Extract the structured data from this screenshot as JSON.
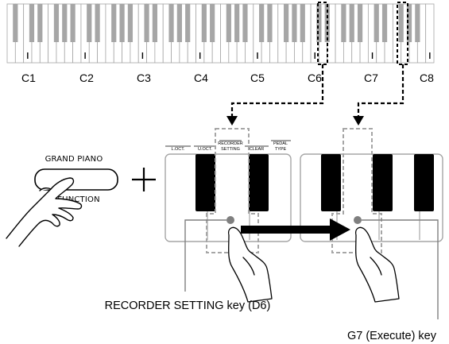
{
  "keyboard": {
    "octave_labels": [
      "C1",
      "C2",
      "C3",
      "C4",
      "C5",
      "C6",
      "C7",
      "C8"
    ]
  },
  "function_button": {
    "top_label": "GRAND PIANO",
    "bottom_label": "FUNCTION"
  },
  "panel_labels": {
    "l_oct": "L.OCT.",
    "u_oct": "U.OCT.",
    "recorder_line1": "RECORDER",
    "recorder_line2": "SETTING",
    "clear": "CLEAR",
    "pedal_line1": "PEDAL",
    "pedal_line2": "TYPE"
  },
  "callouts": {
    "recorder_key": "RECORDER SETTING key (D6)",
    "execute_key": "G7 (Execute) key"
  },
  "colors": {
    "key_gray": "#a6a6a6",
    "callout_gray": "#7f7f7f",
    "black": "#000000"
  }
}
